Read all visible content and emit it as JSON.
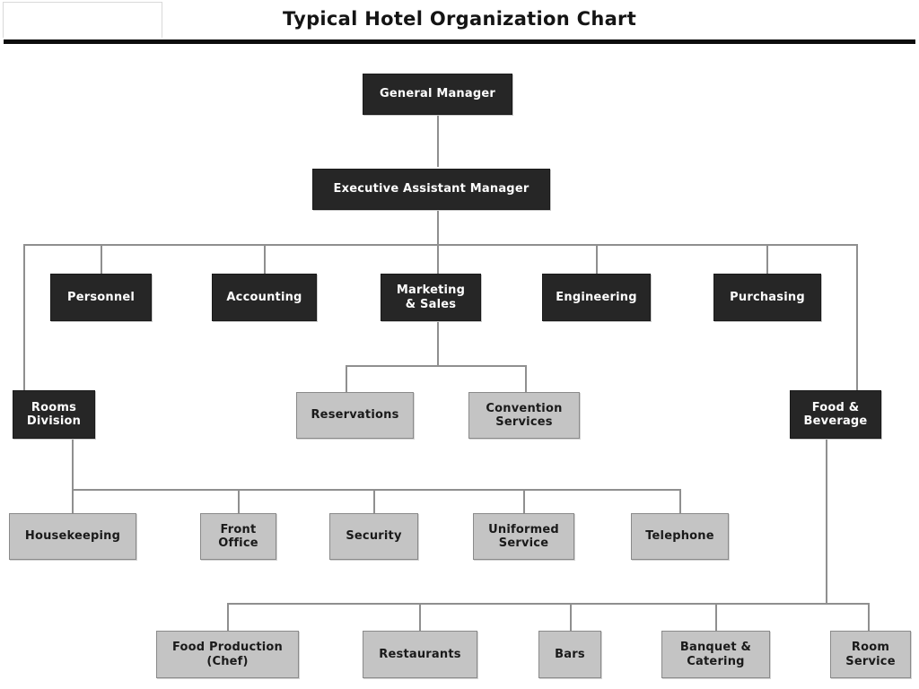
{
  "page": {
    "title": "Typical Hotel Organization Chart",
    "background_color": "#ffffff",
    "dark_node_color": "#262626",
    "dark_node_text_color": "#fdfdfd",
    "gray_node_color": "#c4c4c4",
    "gray_node_text_color": "#1a1a1a",
    "connector_color": "#8f8f8f",
    "rule_color": "#0d0d0d"
  },
  "chart_data": {
    "type": "diagram",
    "diagram_kind": "organization-chart",
    "title": "Typical Hotel Organization Chart",
    "orientation": "top-down",
    "levels": 5,
    "node_styles": {
      "dark": "black box with white bold text (management / division level)",
      "gray": "gray box with black bold text (departmental / operational level)"
    },
    "nodes": [
      {
        "id": "general-manager",
        "label": "General Manager",
        "style": "dark",
        "level": 1,
        "parent": null
      },
      {
        "id": "exec-asst-manager",
        "label": "Executive Assistant Manager",
        "style": "dark",
        "level": 2,
        "parent": "general-manager"
      },
      {
        "id": "personnel",
        "label": "Personnel",
        "style": "dark",
        "level": 3,
        "parent": "exec-asst-manager"
      },
      {
        "id": "accounting",
        "label": "Accounting",
        "style": "dark",
        "level": 3,
        "parent": "exec-asst-manager"
      },
      {
        "id": "marketing-sales",
        "label": "Marketing\n& Sales",
        "style": "dark",
        "level": 3,
        "parent": "exec-asst-manager"
      },
      {
        "id": "engineering",
        "label": "Engineering",
        "style": "dark",
        "level": 3,
        "parent": "exec-asst-manager"
      },
      {
        "id": "purchasing",
        "label": "Purchasing",
        "style": "dark",
        "level": 3,
        "parent": "exec-asst-manager"
      },
      {
        "id": "rooms-division",
        "label": "Rooms\nDivision",
        "style": "dark",
        "level": 3,
        "parent": "exec-asst-manager"
      },
      {
        "id": "food-beverage",
        "label": "Food &\nBeverage",
        "style": "dark",
        "level": 3,
        "parent": "exec-asst-manager"
      },
      {
        "id": "reservations",
        "label": "Reservations",
        "style": "gray",
        "level": 4,
        "parent": "marketing-sales"
      },
      {
        "id": "convention-services",
        "label": "Convention\nServices",
        "style": "gray",
        "level": 4,
        "parent": "marketing-sales"
      },
      {
        "id": "housekeeping",
        "label": "Housekeeping",
        "style": "gray",
        "level": 4,
        "parent": "rooms-division"
      },
      {
        "id": "front-office",
        "label": "Front\nOffice",
        "style": "gray",
        "level": 4,
        "parent": "rooms-division"
      },
      {
        "id": "security",
        "label": "Security",
        "style": "gray",
        "level": 4,
        "parent": "rooms-division"
      },
      {
        "id": "uniformed-service",
        "label": "Uniformed\nService",
        "style": "gray",
        "level": 4,
        "parent": "rooms-division"
      },
      {
        "id": "telephone",
        "label": "Telephone",
        "style": "gray",
        "level": 4,
        "parent": "rooms-division"
      },
      {
        "id": "food-production",
        "label": "Food Production\n(Chef)",
        "style": "gray",
        "level": 4,
        "parent": "food-beverage"
      },
      {
        "id": "restaurants",
        "label": "Restaurants",
        "style": "gray",
        "level": 4,
        "parent": "food-beverage"
      },
      {
        "id": "bars",
        "label": "Bars",
        "style": "gray",
        "level": 4,
        "parent": "food-beverage"
      },
      {
        "id": "banquet-catering",
        "label": "Banquet &\nCatering",
        "style": "gray",
        "level": 4,
        "parent": "food-beverage"
      },
      {
        "id": "room-service",
        "label": "Room\nService",
        "style": "gray",
        "level": 4,
        "parent": "food-beverage"
      }
    ],
    "edges": [
      {
        "from": "general-manager",
        "to": "exec-asst-manager"
      },
      {
        "from": "exec-asst-manager",
        "to": "personnel"
      },
      {
        "from": "exec-asst-manager",
        "to": "accounting"
      },
      {
        "from": "exec-asst-manager",
        "to": "marketing-sales"
      },
      {
        "from": "exec-asst-manager",
        "to": "engineering"
      },
      {
        "from": "exec-asst-manager",
        "to": "purchasing"
      },
      {
        "from": "exec-asst-manager",
        "to": "rooms-division"
      },
      {
        "from": "exec-asst-manager",
        "to": "food-beverage"
      },
      {
        "from": "marketing-sales",
        "to": "reservations"
      },
      {
        "from": "marketing-sales",
        "to": "convention-services"
      },
      {
        "from": "rooms-division",
        "to": "housekeeping"
      },
      {
        "from": "rooms-division",
        "to": "front-office"
      },
      {
        "from": "rooms-division",
        "to": "security"
      },
      {
        "from": "rooms-division",
        "to": "uniformed-service"
      },
      {
        "from": "rooms-division",
        "to": "telephone"
      },
      {
        "from": "food-beverage",
        "to": "food-production"
      },
      {
        "from": "food-beverage",
        "to": "restaurants"
      },
      {
        "from": "food-beverage",
        "to": "bars"
      },
      {
        "from": "food-beverage",
        "to": "banquet-catering"
      },
      {
        "from": "food-beverage",
        "to": "room-service"
      }
    ]
  }
}
